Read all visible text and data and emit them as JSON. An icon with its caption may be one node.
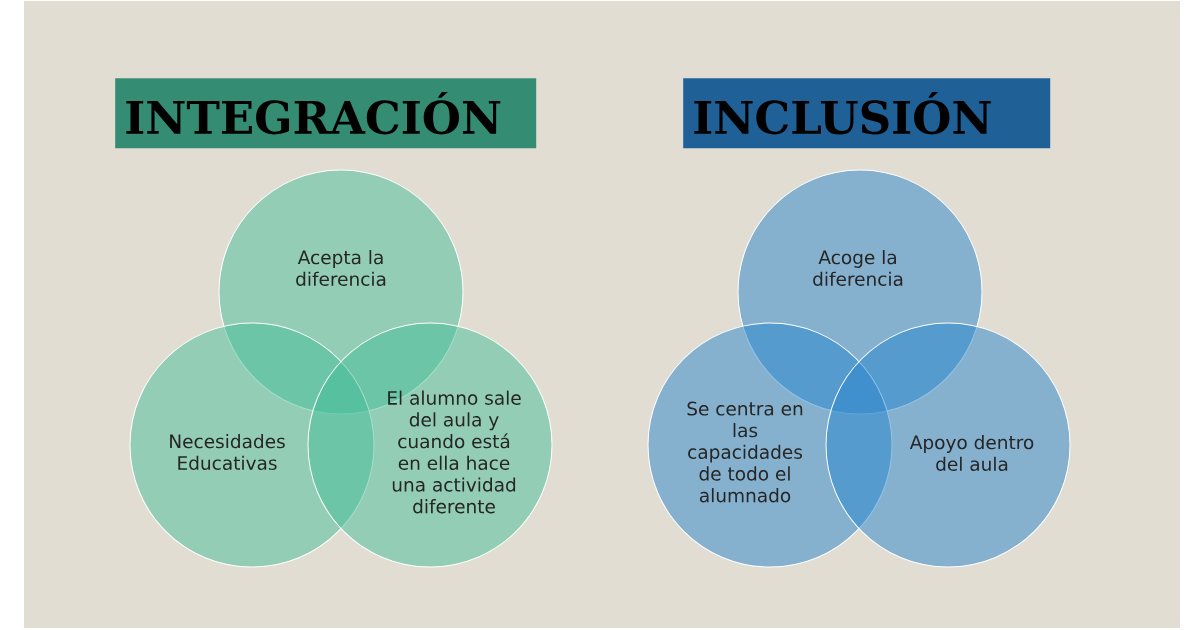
{
  "diagram": {
    "nodes": [
      {
        "text": [
          "INTEGRACIÓN"
        ]
      },
      {
        "text": [
          "Acepta la diferencia"
        ]
      },
      {
        "text": [
          "Necesidades Educativas"
        ]
      },
      {
        "text": [
          "El alumno sale del aula y cuando está en ella hace una actividad diferente"
        ]
      },
      {
        "text": [
          "INCLUSIÓN"
        ]
      },
      {
        "text": [
          "Acoge la diferencia"
        ]
      },
      {
        "text": [
          "Se centra en las capacidades de todo el alumnado"
        ]
      },
      {
        "text": [
          "Apoyo dentro del aula"
        ]
      }
    ]
  }
}
